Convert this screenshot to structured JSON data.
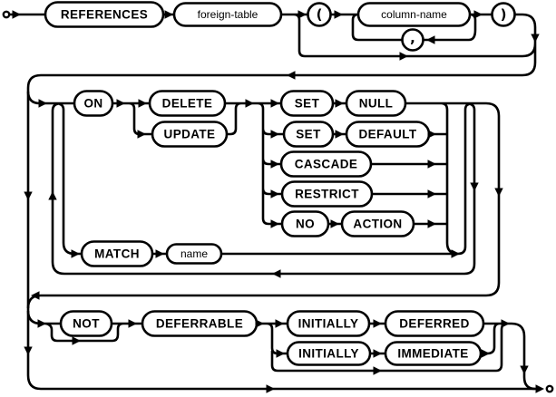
{
  "diagram": {
    "description": "SQL foreign key clause syntax railroad diagram",
    "colors": {
      "line": "#000000",
      "background": "#ffffff",
      "box_fill": "#ffffff",
      "text": "#000000"
    },
    "nodes": {
      "references": "REFERENCES",
      "foreign_table": "foreign-table",
      "open_paren": "(",
      "column_name": "column-name",
      "close_paren": ")",
      "comma": ",",
      "on": "ON",
      "delete": "DELETE",
      "update": "UPDATE",
      "set1": "SET",
      "null": "NULL",
      "set2": "SET",
      "default": "DEFAULT",
      "cascade": "CASCADE",
      "restrict": "RESTRICT",
      "no": "NO",
      "action": "ACTION",
      "match": "MATCH",
      "name": "name",
      "not": "NOT",
      "deferrable": "DEFERRABLE",
      "initially1": "INITIALLY",
      "deferred": "DEFERRED",
      "initially2": "INITIALLY",
      "immediate": "IMMEDIATE"
    }
  }
}
